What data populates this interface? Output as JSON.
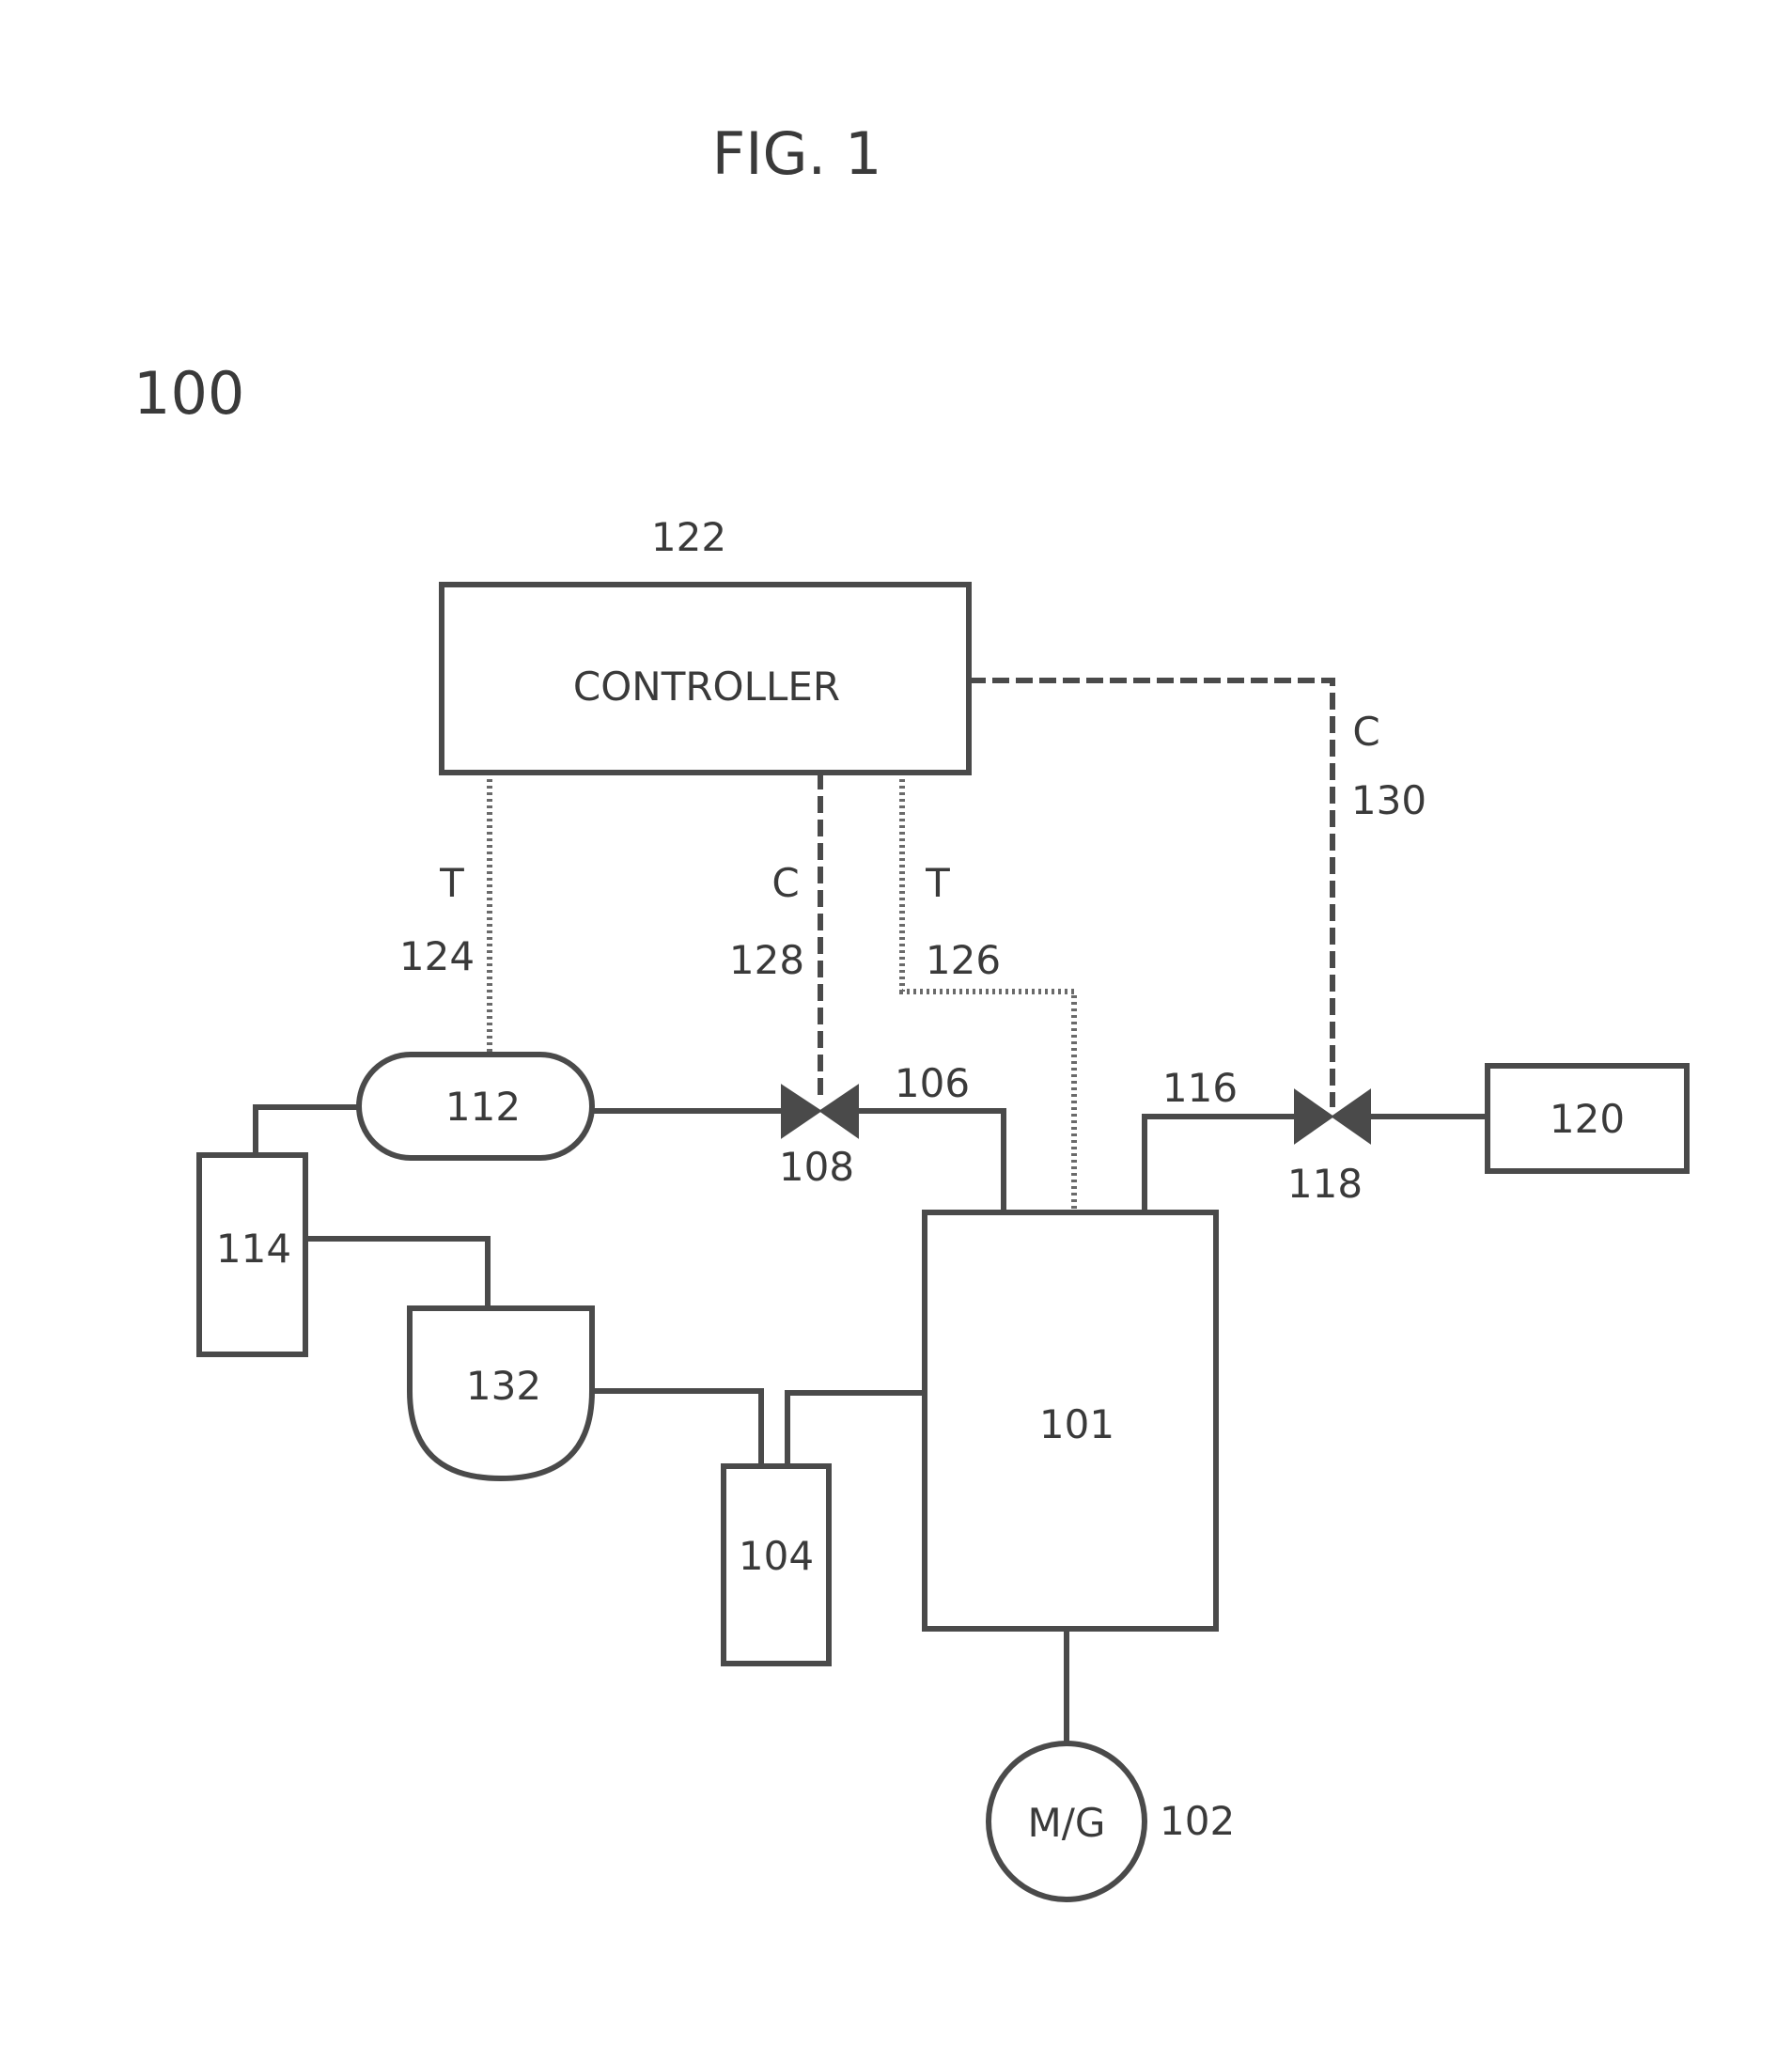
{
  "figure": {
    "title": "FIG. 1",
    "system_ref": "100"
  },
  "components": {
    "controller": {
      "label": "CONTROLLER",
      "ref": "122"
    },
    "main_unit": {
      "label": "101"
    },
    "motor_generator": {
      "label": "M/G",
      "ref": "102"
    },
    "tank_104": {
      "label": "104"
    },
    "vessel_112": {
      "label": "112"
    },
    "box_114": {
      "label": "114"
    },
    "box_120": {
      "label": "120"
    },
    "vessel_132": {
      "label": "132"
    }
  },
  "valves": {
    "valve_108": {
      "ref": "108"
    },
    "valve_118": {
      "ref": "118"
    }
  },
  "lines": {
    "line_106": {
      "ref": "106"
    },
    "line_116": {
      "ref": "116"
    }
  },
  "signals": {
    "signal_124": {
      "type": "T",
      "ref": "124"
    },
    "signal_126": {
      "type": "T",
      "ref": "126"
    },
    "signal_128": {
      "type": "C",
      "ref": "128"
    },
    "signal_130": {
      "type": "C",
      "ref": "130"
    }
  }
}
